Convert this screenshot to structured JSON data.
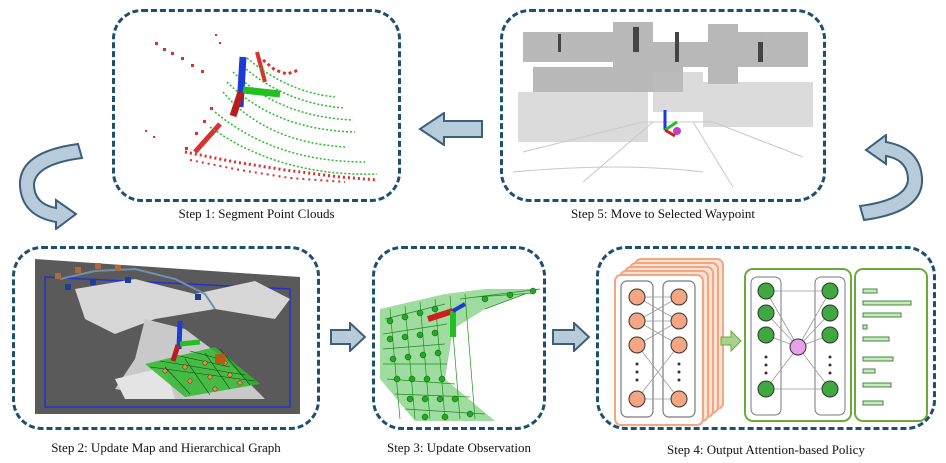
{
  "steps": [
    {
      "label": "Step 1: Segment Point Clouds"
    },
    {
      "label": "Step 2: Update Map and Hierarchical Graph"
    },
    {
      "label": "Step 3: Update Observation"
    },
    {
      "label": "Step 4: Output Attention-based Policy"
    },
    {
      "label": "Step 5: Move to Selected Waypoint"
    }
  ],
  "colors": {
    "panel_border": "#1d4f6e",
    "arrow_fill": "#b7cbdb",
    "arrow_stroke": "#3d5f78",
    "graph_green": "#2eb82e",
    "point_red": "#d93030",
    "cnn_orange": "#f4a582",
    "mlp_green": "#6aaa3a",
    "attention_pink": "#e8a0e8"
  }
}
